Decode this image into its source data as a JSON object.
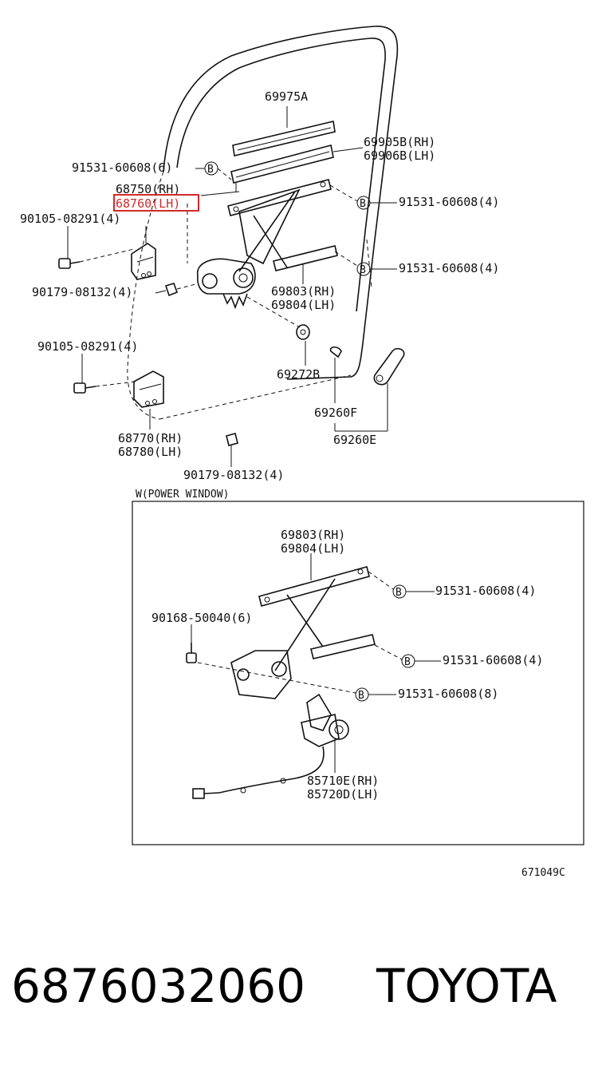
{
  "labels": {
    "p69975A": "69975A",
    "p69905B": "69905B(RH)",
    "p69906B": "69906B(LH)",
    "p91531_top_left": "91531-60608(6)",
    "p68750": "68750(RH)",
    "p68760": "68760(LH)",
    "p91531_right_1": "91531-60608(4)",
    "p90105_1": "90105-08291(4)",
    "p91531_right_2": "91531-60608(4)",
    "p90179_1": "90179-08132(4)",
    "p69803": "69803(RH)",
    "p69804": "69804(LH)",
    "p90105_2": "90105-08291(4)",
    "p69272B": "69272B",
    "p69260F": "69260F",
    "p68770": "68770(RH)",
    "p68780": "68780(LH)",
    "p69260E": "69260E",
    "p90179_2": "90179-08132(4)"
  },
  "inset": {
    "title": "W(POWER WINDOW)",
    "p69803": "69803(RH)",
    "p69804": "69804(LH)",
    "p91531_a": "91531-60608(4)",
    "p90168": "90168-50040(6)",
    "p91531_b": "91531-60608(4)",
    "p91531_c": "91531-60608(8)",
    "p85710E": "85710E(RH)",
    "p85720D": "85720D(LH)"
  },
  "bolt_marker": "B",
  "figure_code": "671049C",
  "highlight_color": "#d22a2a",
  "footer": {
    "part_number": "6876032060",
    "brand": "TOYOTA"
  }
}
